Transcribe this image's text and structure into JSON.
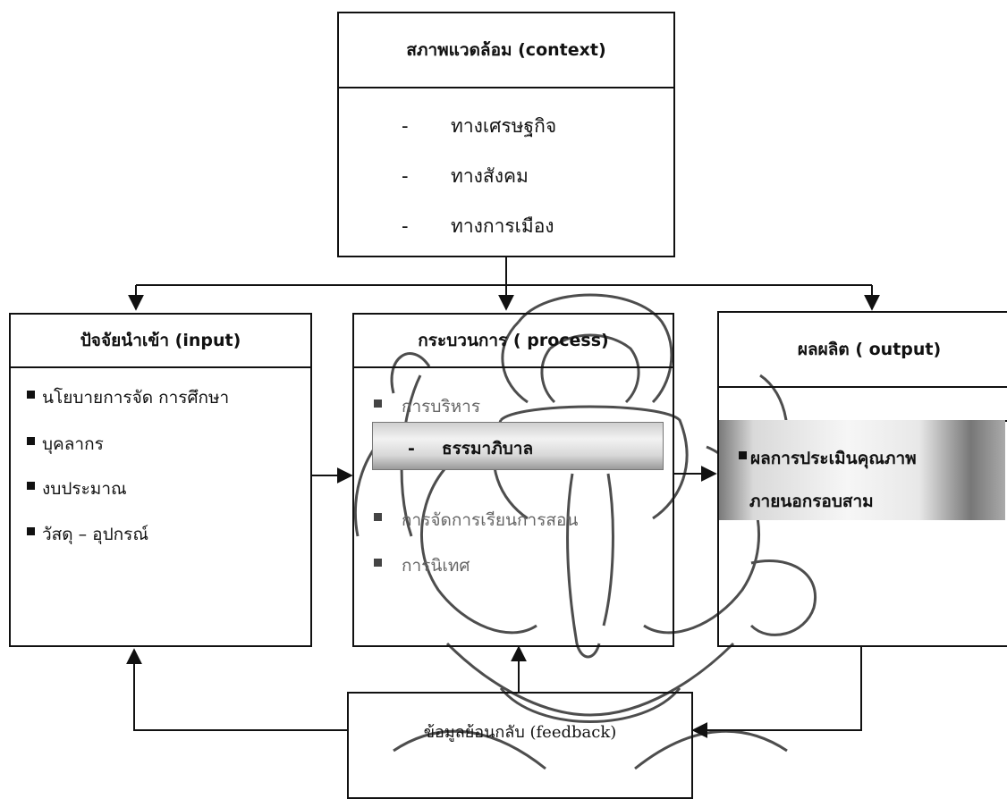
{
  "context": {
    "title": "สภาพแวดล้อม (context)",
    "items": [
      "ทางเศรษฐกิจ",
      "ทางสังคม",
      "ทางการเมือง"
    ],
    "dash": "-"
  },
  "input": {
    "title": "ปัจจัยนำเข้า (input)",
    "items": [
      "นโยบายการจัด การศึกษา",
      "บุคลากร",
      "งบประมาณ",
      "วัสดุ – อุปกรณ์"
    ]
  },
  "process": {
    "title": "กระบวนการ ( process)",
    "item1": "การบริหาร",
    "sub_dash": "-",
    "sub_item": "ธรรมาภิบาล",
    "item2": "การจัดการเรียนการสอน",
    "item3": "การนิเทศ"
  },
  "output": {
    "title": "ผลผลิต ( output)",
    "item_line1": "ผลการประเมินคุณภาพ",
    "item_line2": "ภายนอกรอบสาม"
  },
  "feedback": {
    "label": "ข้อมูลย้อนกลับ (feedback)"
  },
  "colors": {
    "line": "#111111",
    "watermark": "#3a3a3a"
  }
}
